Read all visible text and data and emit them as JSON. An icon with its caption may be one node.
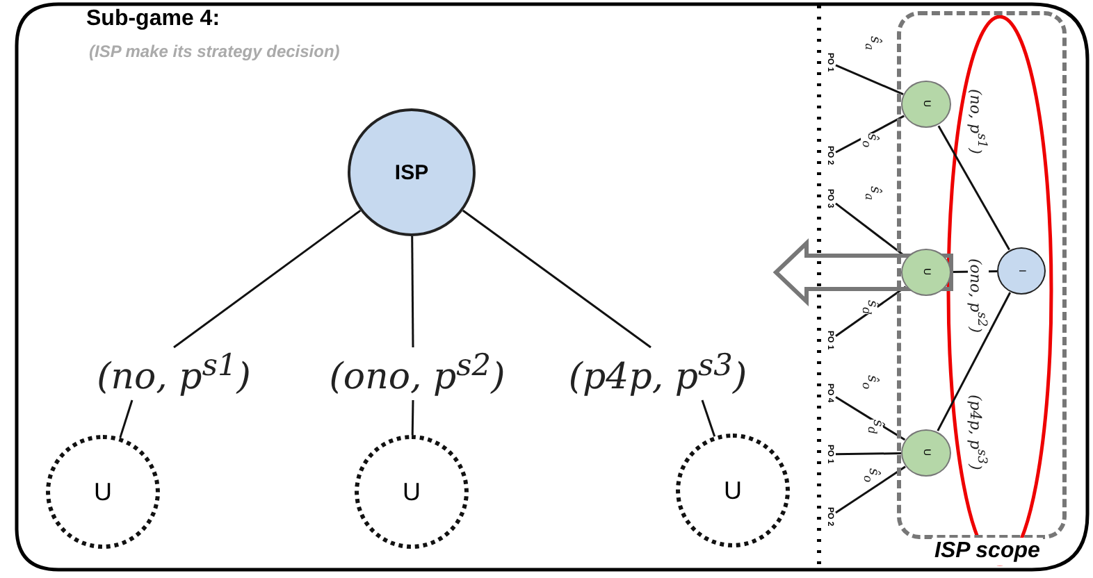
{
  "diagram": {
    "title": "Sub-game 4:",
    "nodes": [
      {
        "text": [
          "ISP"
        ]
      },
      {
        "text": [
          "(no, p$^{s1}$)"
        ]
      },
      {
        "text": [
          "(ono, p$^{s2}$)"
        ]
      },
      {
        "text": [
          "(p4p, p$^{s3}$)"
        ]
      },
      {
        "text": [
          "U"
        ]
      },
      {
        "text": [
          "U"
        ]
      },
      {
        "text": [
          "U"
        ]
      },
      {
        "text": [
          "ISP scope"
        ]
      },
      {
        "text": [
          "I"
        ],
        "in": 7
      },
      {
        "text": [
          "U"
        ],
        "in": 7
      },
      {
        "text": [
          "U"
        ],
        "in": 7
      },
      {
        "text": [
          "U"
        ],
        "in": 7
      },
      {
        "text": [
          "PO 1"
        ]
      },
      {
        "text": [
          "PO 2"
        ]
      },
      {
        "text": [
          "PO 3"
        ]
      },
      {
        "text": [
          "PO 1"
        ]
      },
      {
        "text": [
          "PO 4"
        ]
      },
      {
        "text": [
          "PO 1"
        ]
      },
      {
        "text": [
          "PO 2"
        ]
      }
    ],
    "edges": [
      {
        "from": 0,
        "to": 1,
        "arrow": "none"
      },
      {
        "from": 0,
        "to": 2,
        "arrow": "none"
      },
      {
        "from": 0,
        "to": 3,
        "arrow": "none"
      },
      {
        "from": 1,
        "to": 4,
        "arrow": "none"
      },
      {
        "from": 2,
        "to": 5,
        "arrow": "none"
      },
      {
        "from": 3,
        "to": 6,
        "arrow": "none"
      },
      {
        "from": 8,
        "to": 9,
        "arrow": "none",
        "label": "(no, p$^{s1}$)"
      },
      {
        "from": 8,
        "to": 10,
        "arrow": "none",
        "label": "(ono, p$^{s2}$)"
      },
      {
        "from": 8,
        "to": 11,
        "arrow": "none",
        "label": "(p4p, p$^{s3}$)"
      },
      {
        "from": 9,
        "to": 12,
        "arrow": "none",
        "label": "ŝ$_{a}$"
      },
      {
        "from": 9,
        "to": 13,
        "arrow": "none",
        "label": "ŝ$_{o}$"
      },
      {
        "from": 10,
        "to": 14,
        "arrow": "none",
        "label": "ŝ$_{a}$"
      },
      {
        "from": 10,
        "to": 15,
        "arrow": "none",
        "label": "ŝ$_{d}$"
      },
      {
        "from": 11,
        "to": 16,
        "arrow": "none",
        "label": "ŝ$_{o}$"
      },
      {
        "from": 11,
        "to": 17,
        "arrow": "none",
        "label": "ŝ$_{d}$"
      },
      {
        "from": 11,
        "to": 18,
        "arrow": "none",
        "label": "ŝ$_{o}$"
      },
      {
        "from": 10,
        "to": null,
        "arrow": "to",
        "style": "thick",
        "color": "#777777"
      }
    ],
    "labels": [
      "(ISP make its strategy decision)"
    ]
  }
}
